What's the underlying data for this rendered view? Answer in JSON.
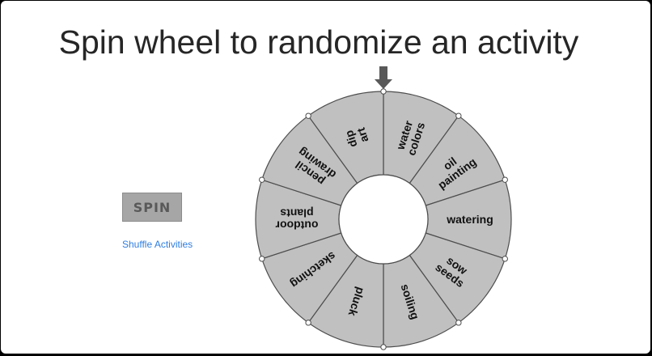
{
  "title": "Spin wheel to randomize an activity",
  "spin_label": "SPIN",
  "shuffle_label": "Shuffle Activities",
  "colors": {
    "segment_fill": "#c0c0c0",
    "segment_stroke": "#4d4d4d",
    "pointer": "#595959",
    "link": "#2e7de1"
  },
  "wheel": {
    "segments": [
      {
        "lines": [
          "water",
          "colors"
        ]
      },
      {
        "lines": [
          "oil",
          "painting"
        ]
      },
      {
        "lines": [
          "watering"
        ]
      },
      {
        "lines": [
          "sow",
          "seeds"
        ]
      },
      {
        "lines": [
          "soiling"
        ]
      },
      {
        "lines": [
          "pluck"
        ]
      },
      {
        "lines": [
          "sketching"
        ]
      },
      {
        "lines": [
          "outdoor",
          "plants"
        ]
      },
      {
        "lines": [
          "pencil",
          "drawing"
        ]
      },
      {
        "lines": [
          "dip",
          "art"
        ]
      }
    ]
  }
}
